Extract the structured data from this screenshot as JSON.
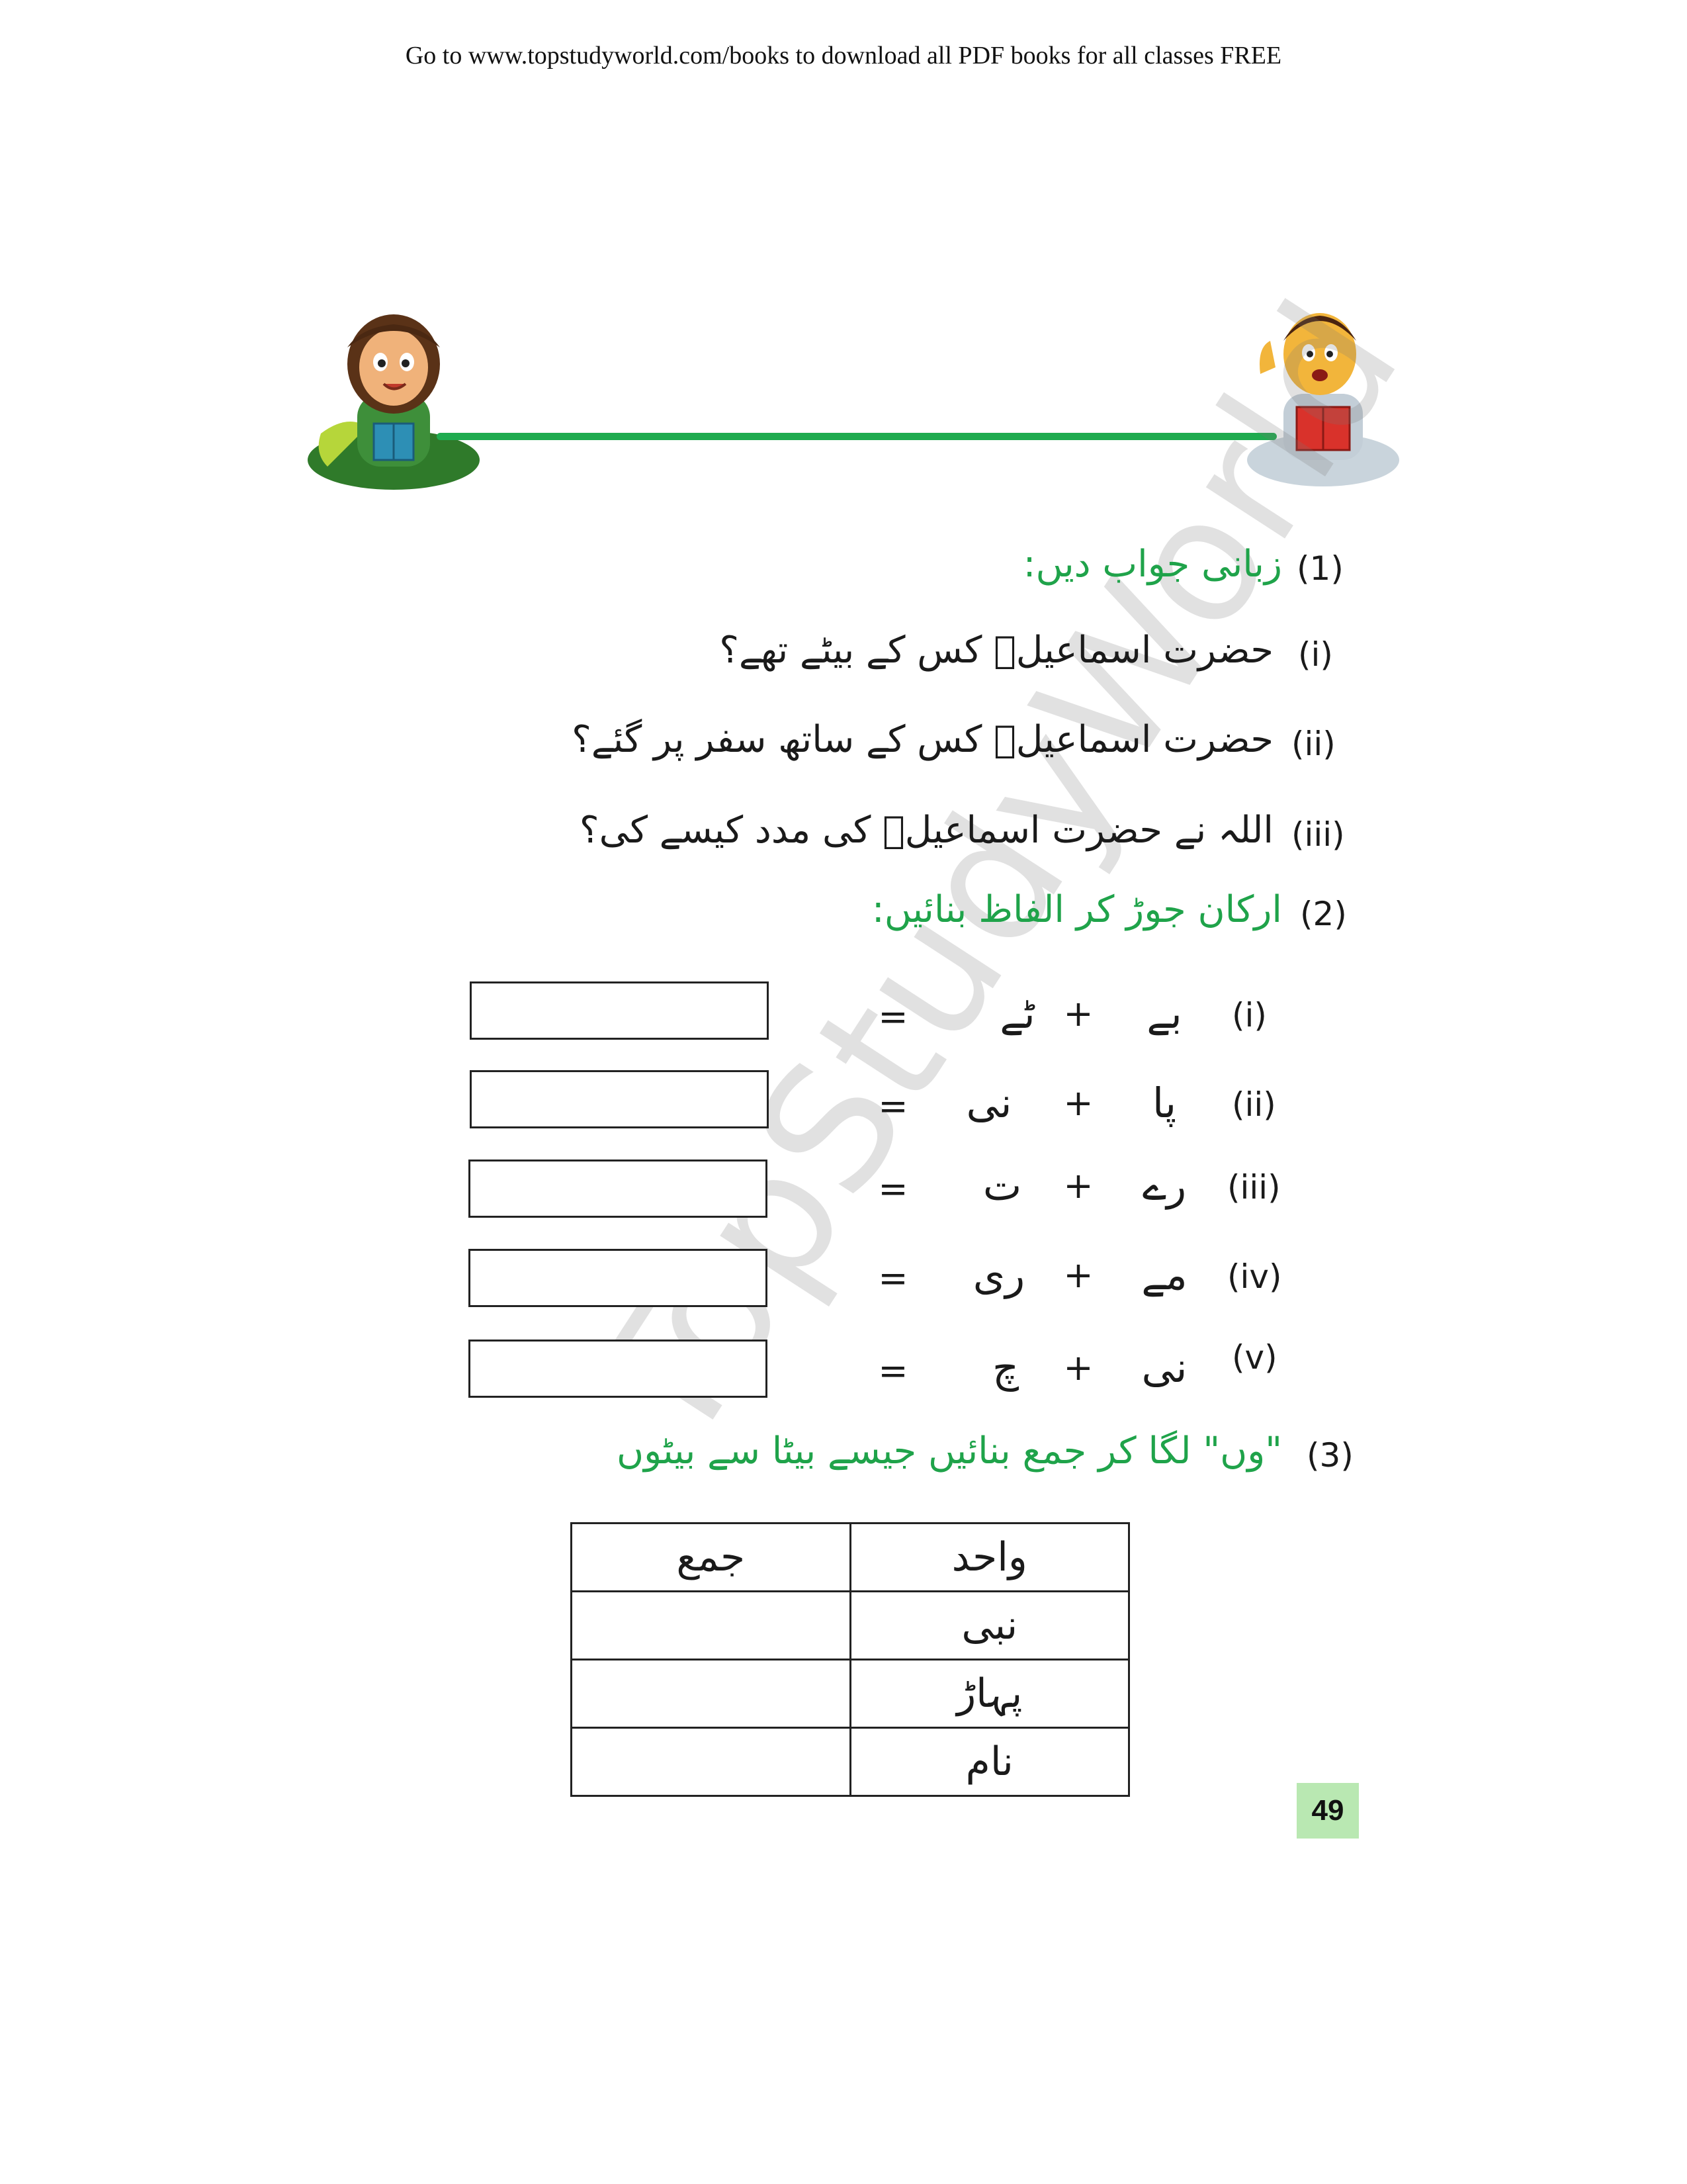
{
  "header_note": "Go to www.topstudyworld.com/books to download all PDF books for all classes FREE",
  "watermark": "TopStudyWorld",
  "section1": {
    "number": "(1)",
    "title": "زبانی جواب دیں:",
    "questions": [
      {
        "number": "(i)",
        "text": "حضرت اسماعیلؑ کس کے بیٹے تھے؟"
      },
      {
        "number": "(ii)",
        "text": "حضرت اسماعیلؑ کس کے ساتھ سفر پر گئے؟"
      },
      {
        "number": "(iii)",
        "text": "اللہ نے حضرت اسماعیلؑ کی مدد کیسے کی؟"
      }
    ]
  },
  "section2": {
    "number": "(2)",
    "title": "ارکان جوڑ کر الفاظ بنائیں:",
    "plus": "+",
    "equals": "=",
    "rows": [
      {
        "number": "(i)",
        "first": "بے",
        "second": "ٹے"
      },
      {
        "number": "(ii)",
        "first": "پا",
        "second": "نی"
      },
      {
        "number": "(iii)",
        "first": "رے",
        "second": "ت"
      },
      {
        "number": "(iv)",
        "first": "مے",
        "second": "ری"
      },
      {
        "number": "(v)",
        "first": "نی",
        "second": "چ"
      }
    ]
  },
  "section3": {
    "number": "(3)",
    "title": "\"وں\" لگا کر جمع بنائیں جیسے بیٹا سے بیٹوں",
    "headers": {
      "singular": "واحد",
      "plural": "جمع"
    },
    "rows": [
      {
        "singular": "نبی",
        "plural": ""
      },
      {
        "singular": "پہاڑ",
        "plural": ""
      },
      {
        "singular": "نام",
        "plural": ""
      }
    ]
  },
  "page_number": "49",
  "colors": {
    "accent_green": "#1fab4f",
    "page_badge": "#b9e8b2"
  }
}
